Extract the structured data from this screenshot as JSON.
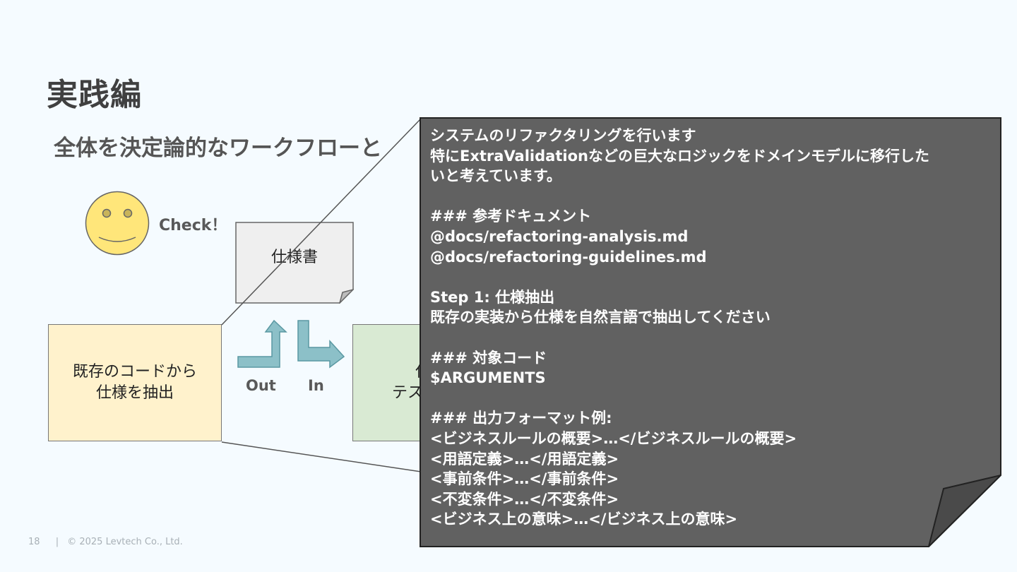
{
  "slide": {
    "title": "実践編",
    "subtitle": "全体を決定論的なワークフローと"
  },
  "diagram": {
    "check_label": "Check！",
    "spec_doc_label": "仕様書",
    "extract_box": [
      "既存のコードから",
      "仕様を抽出"
    ],
    "green_box": [
      "仕",
      "テスト作"
    ],
    "out_label": "Out",
    "in_label": "In"
  },
  "prompt_note": {
    "lines": [
      "システムのリファクタリングを行います",
      "特にExtraValidationなどの巨大なロジックをドメインモデルに移行した",
      "いと考えています。",
      "",
      "### 参考ドキュメント",
      "@docs/refactoring-analysis.md",
      "@docs/refactoring-guidelines.md",
      "",
      "Step 1: 仕様抽出",
      "既存の実装から仕様を自然言語で抽出してください",
      "",
      "### 対象コード",
      "$ARGUMENTS",
      "",
      "### 出力フォーマット例:",
      "<ビジネスルールの概要>…</ビジネスルールの概要>",
      "<用語定義>…</用語定義>",
      "<事前条件>…</事前条件>",
      "<不変条件>…</不変条件>",
      "<ビジネス上の意味>…</ビジネス上の意味>"
    ]
  },
  "footer": {
    "page_number": "18",
    "separator": "|",
    "copyright": "© 2025 Levtech Co., Ltd."
  },
  "colors": {
    "background": "#f5fbff",
    "note_fill": "#616161",
    "yellow_box": "#fff2cc",
    "green_box": "#d9ead3",
    "arrow_teal": "#8cc0c8",
    "face_yellow": "#ffe67a"
  }
}
